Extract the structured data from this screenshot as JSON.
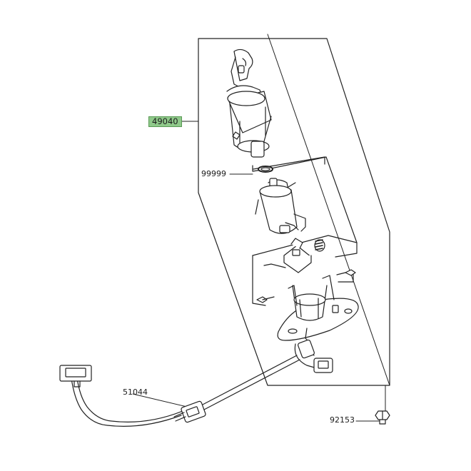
{
  "diagram": {
    "parts": [
      {
        "number": "49040",
        "highlighted": true
      },
      {
        "number": "99999",
        "highlighted": false
      },
      {
        "number": "51044",
        "highlighted": false
      },
      {
        "number": "92153",
        "highlighted": false
      }
    ]
  },
  "colors": {
    "line": "#222222",
    "highlight": "#8fc98a",
    "background": "#ffffff"
  }
}
